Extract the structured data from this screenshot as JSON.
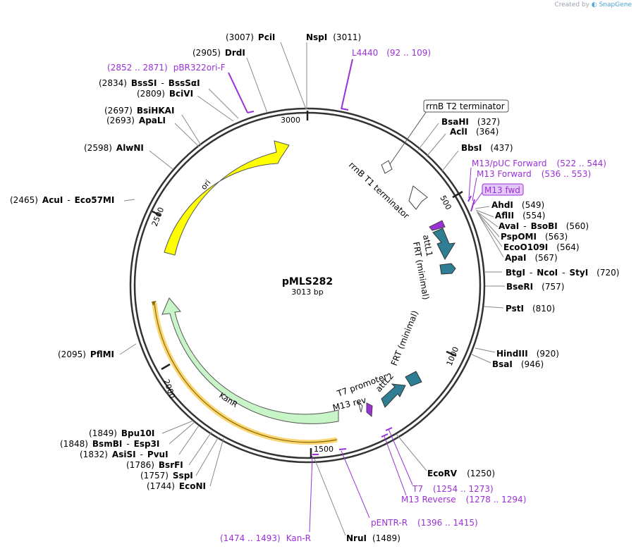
{
  "credit": {
    "prefix": "Created by",
    "brand": "SnapGene"
  },
  "plasmid": {
    "name": "pMLS282",
    "size": "3013 bp"
  },
  "ticks": [
    "3000",
    "500",
    "1000",
    "1500",
    "2000",
    "2500"
  ],
  "colors": {
    "ori": "#ffff00",
    "kanr": "#c8f5c8",
    "attL": "#2e7f94",
    "primer": "#9b30d9",
    "kan_highlight": "#f5b400"
  },
  "sites": {
    "pci": {
      "pos": "(3007)",
      "name": "PciI"
    },
    "nsp": {
      "name": "NspI",
      "pos": "(3011)"
    },
    "drd": {
      "pos": "(2905)",
      "name": "DrdI"
    },
    "bssSI": {
      "pos": "(2834)",
      "name": "BssSI",
      "sep": "-",
      "name2": "BssSαI"
    },
    "bciVI": {
      "pos": "(2809)",
      "name": "BciVI"
    },
    "bsiHKAI": {
      "pos": "(2697)",
      "name": "BsiHKAI"
    },
    "apaLI": {
      "pos": "(2693)",
      "name": "ApaLI"
    },
    "alwNI": {
      "pos": "(2598)",
      "name": "AlwNI"
    },
    "acuI": {
      "pos": "(2465)",
      "name": "AcuI",
      "sep": "-",
      "name2": "Eco57MI"
    },
    "pflMI": {
      "pos": "(2095)",
      "name": "PflMI"
    },
    "bpu10I": {
      "pos": "(1849)",
      "name": "Bpu10I"
    },
    "bsmBI": {
      "pos": "(1848)",
      "name": "BsmBI",
      "sep": "-",
      "name2": "Esp3I"
    },
    "asiSI": {
      "pos": "(1832)",
      "name": "AsiSI",
      "sep": "-",
      "name2": "PvuI"
    },
    "bsrFI": {
      "pos": "(1786)",
      "name": "BsrFI"
    },
    "sspI": {
      "pos": "(1757)",
      "name": "SspI"
    },
    "ecoNI": {
      "pos": "(1744)",
      "name": "EcoNI"
    },
    "nruI": {
      "name": "NruI",
      "pos": "(1489)"
    },
    "ecoRV": {
      "name": "EcoRV",
      "pos": "(1250)"
    },
    "bsaHI": {
      "name": "BsaHI",
      "pos": "(327)"
    },
    "aclI": {
      "name": "AclI",
      "pos": "(364)"
    },
    "bbsI": {
      "name": "BbsI",
      "pos": "(437)"
    },
    "ahdI": {
      "name": "AhdI",
      "pos": "(549)"
    },
    "aflII": {
      "name": "AflII",
      "pos": "(554)"
    },
    "avaI": {
      "name": "AvaI",
      "sep": "-",
      "name2": "BsoBI",
      "pos": "(560)"
    },
    "pspOMI": {
      "name": "PspOMI",
      "pos": "(563)"
    },
    "ecoO109I": {
      "name": "EcoO109I",
      "pos": "(564)"
    },
    "apaI": {
      "name": "ApaI",
      "pos": "(567)"
    },
    "btgI": {
      "name": "BtgI",
      "sep": "-",
      "name2": "NcoI",
      "sep2": "-",
      "name3": "StyI",
      "pos": "(720)"
    },
    "bseRI": {
      "name": "BseRI",
      "pos": "(757)"
    },
    "pstI": {
      "name": "PstI",
      "pos": "(810)"
    },
    "hindIII": {
      "name": "HindIII",
      "pos": "(920)"
    },
    "bsaI": {
      "name": "BsaI",
      "pos": "(946)"
    }
  },
  "primers": {
    "l4440": {
      "name": "L4440",
      "range": "(92 .. 109)"
    },
    "pbr322": {
      "range": "(2852 .. 2871)",
      "name": "pBR322ori-F"
    },
    "m13puc": {
      "name": "M13/pUC Forward",
      "range": "(522 .. 544)"
    },
    "m13fwd": {
      "name": "M13 Forward",
      "range": "(536 .. 553)"
    },
    "m13fwdbox": {
      "name": "M13 fwd"
    },
    "t7": {
      "name": "T7",
      "range": "(1254 .. 1273)"
    },
    "m13rev": {
      "name": "M13 Reverse",
      "range": "(1278 .. 1294)"
    },
    "pentr": {
      "name": "pENTR-R",
      "range": "(1396 .. 1415)"
    },
    "kanr_primer": {
      "range": "(1474 .. 1493)",
      "name": "Kan-R"
    }
  },
  "features": {
    "rrnbT2": "rrnB T2 terminator",
    "rrnbT1": "rrnB T1 terminator",
    "attL1": "attL1",
    "frt1": "FRT (minimal)",
    "frt2": "FRT (minimal)",
    "attL2": "attL2",
    "t7prom": "T7 promoter",
    "m13revfeat": "M13 rev",
    "ori": "ori",
    "kanr": "KanR"
  }
}
